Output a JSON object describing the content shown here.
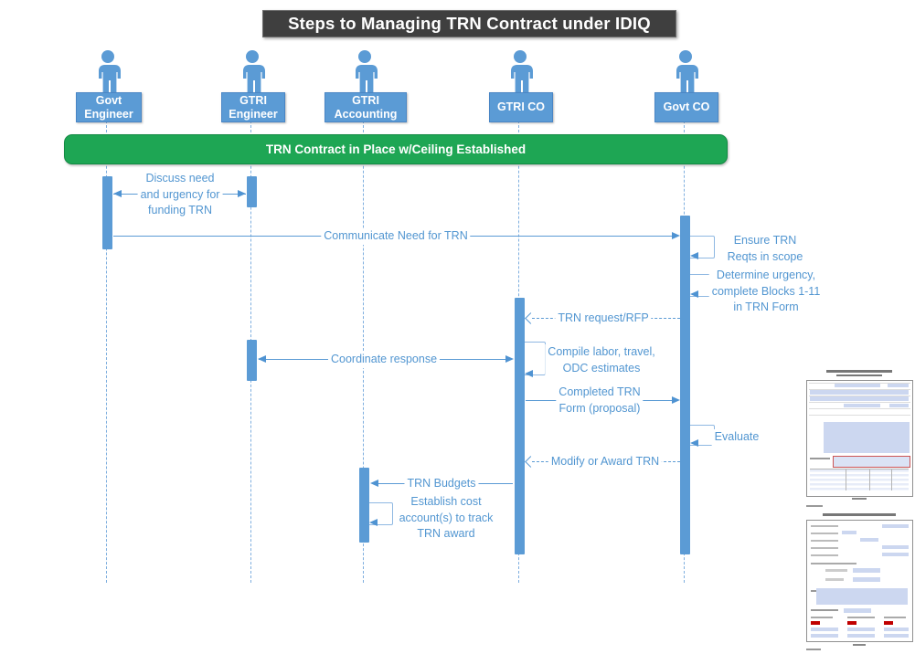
{
  "title": "Steps to Managing TRN Contract under IDIQ",
  "banner": {
    "label": "TRN Contract in Place w/Ceiling Established"
  },
  "actors": [
    {
      "id": "govt-engineer",
      "label": "Govt\nEngineer"
    },
    {
      "id": "gtri-engineer",
      "label": "GTRI\nEngineer"
    },
    {
      "id": "gtri-accounting",
      "label": "GTRI\nAccounting"
    },
    {
      "id": "gtri-co",
      "label": "GTRI CO"
    },
    {
      "id": "govt-co",
      "label": "Govt CO"
    }
  ],
  "messages": [
    {
      "id": "discuss",
      "label": "Discuss need\nand urgency for\nfunding TRN",
      "from": "govt-engineer",
      "to": "gtri-engineer",
      "line": "solid",
      "arrows": "both"
    },
    {
      "id": "communicate",
      "label": "Communicate Need for TRN",
      "from": "govt-engineer",
      "to": "govt-co",
      "line": "solid",
      "arrows": "end"
    },
    {
      "id": "ensure",
      "label": "Ensure TRN\nReqts in scope",
      "target": "govt-co",
      "line": "self"
    },
    {
      "id": "determine",
      "label": "Determine urgency,\ncomplete Blocks 1-11\nin TRN Form",
      "target": "govt-co",
      "line": "self"
    },
    {
      "id": "trn-request",
      "label": "TRN request/RFP",
      "from": "govt-co",
      "to": "gtri-co",
      "line": "dashed",
      "arrows": "end-open"
    },
    {
      "id": "coordinate",
      "label": "Coordinate response",
      "from": "gtri-engineer",
      "to": "gtri-co",
      "line": "solid",
      "arrows": "both"
    },
    {
      "id": "compile",
      "label": "Compile labor, travel,\nODC estimates",
      "target": "gtri-co",
      "line": "self"
    },
    {
      "id": "completed",
      "label": "Completed TRN\nForm (proposal)",
      "from": "gtri-co",
      "to": "govt-co",
      "line": "solid",
      "arrows": "end"
    },
    {
      "id": "evaluate",
      "label": "Evaluate",
      "target": "govt-co",
      "line": "self"
    },
    {
      "id": "modify",
      "label": "Modify or Award TRN",
      "from": "govt-co",
      "to": "gtri-co",
      "line": "dashed",
      "arrows": "end-open"
    },
    {
      "id": "budgets",
      "label": "TRN Budgets",
      "from": "gtri-co",
      "to": "gtri-accounting",
      "line": "solid",
      "arrows": "end"
    },
    {
      "id": "establish",
      "label": "Establish cost\naccount(s) to track\nTRN award",
      "target": "gtri-accounting",
      "line": "self"
    }
  ],
  "icons": {
    "person": "person-icon",
    "thumbnail_page1": "trn-form-page1-thumbnail",
    "thumbnail_page2": "trn-form-page2-thumbnail"
  },
  "colors": {
    "accent_blue": "#5B9BD5",
    "lifeline_blue": "#7FAFDF",
    "text_blue": "#5296D1",
    "banner_green": "#1EA654",
    "title_bg": "#3F3F3F",
    "form_field_blue": "#CCD7F0",
    "form_red": "#C00000"
  }
}
